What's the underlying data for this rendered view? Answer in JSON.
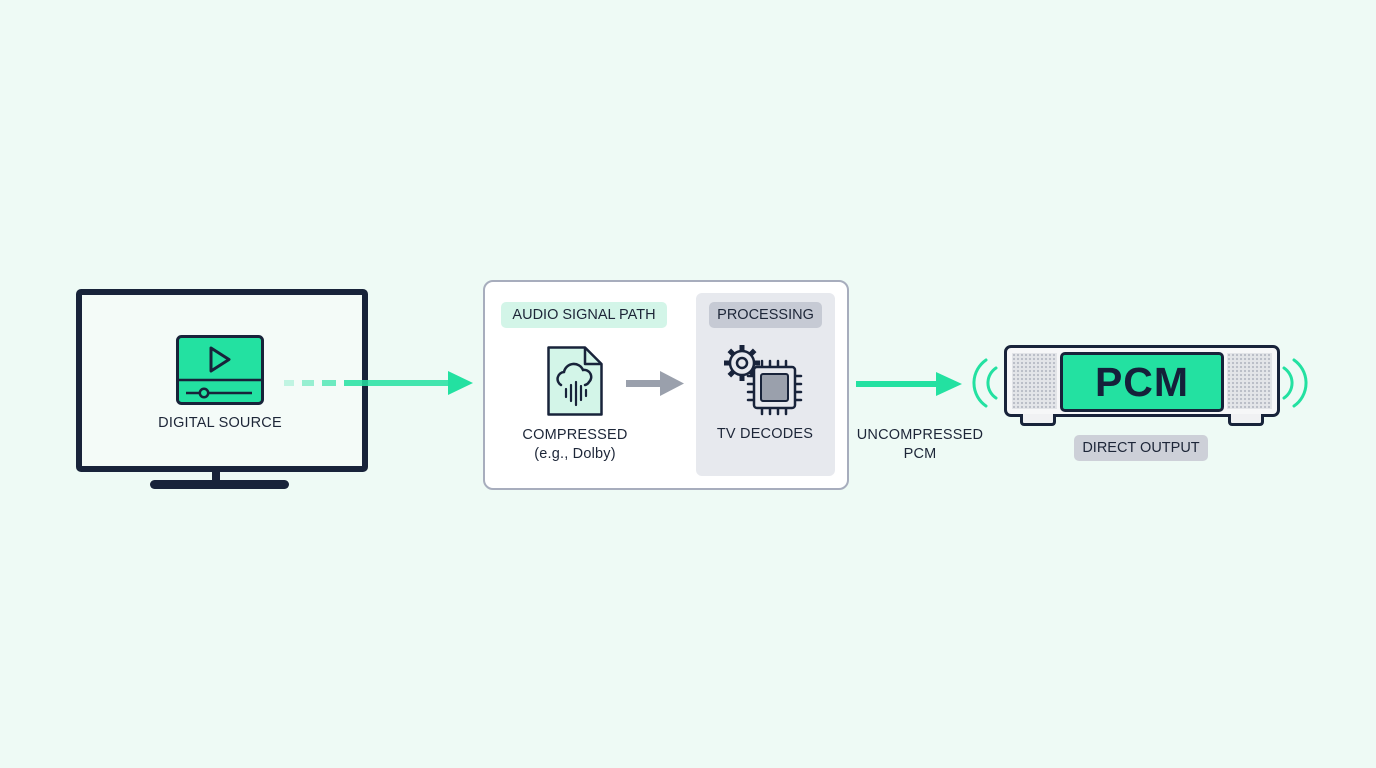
{
  "source": {
    "label": "DIGITAL SOURCE",
    "icon": "video-play-icon"
  },
  "signal_path": {
    "badge": "AUDIO SIGNAL PATH",
    "compressed_line1": "COMPRESSED",
    "compressed_line2": "(e.g., Dolby)",
    "file_icon": "audio-file-icon"
  },
  "processing": {
    "badge": "PROCESSING",
    "decodes_label": "TV DECODES",
    "icon": "gear-chip-icon"
  },
  "output": {
    "line1": "UNCOMPRESSED",
    "line2": "PCM",
    "display": "PCM",
    "badge": "DIRECT OUTPUT"
  },
  "colors": {
    "accent": "#23e1a1",
    "dark": "#18233a",
    "background": "#eefaf5",
    "neutral_arrow": "#9aa0ac"
  }
}
